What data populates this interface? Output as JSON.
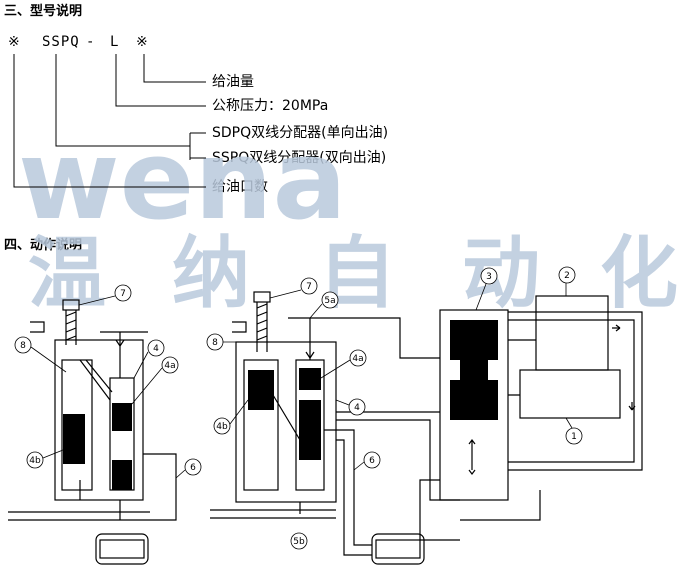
{
  "section3": {
    "heading": "三、型号说明",
    "code": {
      "p1": "※",
      "p2": "SSPQ",
      "dash": "-",
      "p3": "L",
      "p4": "※"
    },
    "legend": [
      "给油量",
      "公称压力：20MPa",
      "SDPQ双线分配器(单向出油)",
      "SSPQ双线分配器(双向出油)",
      "给油口数"
    ]
  },
  "section4": {
    "heading": "四、动作说明"
  },
  "watermark": {
    "latin": "wena",
    "chinese": [
      "温",
      "纳",
      "自",
      "动",
      "化"
    ],
    "color": "#b9c9dc"
  },
  "callouts": {
    "left": [
      "7",
      "8",
      "4",
      "4a",
      "4b",
      "6"
    ],
    "middle": [
      "7",
      "5a",
      "8",
      "4a",
      "4b",
      "4",
      "6",
      "5b"
    ],
    "right": [
      "3",
      "2",
      "1"
    ]
  }
}
